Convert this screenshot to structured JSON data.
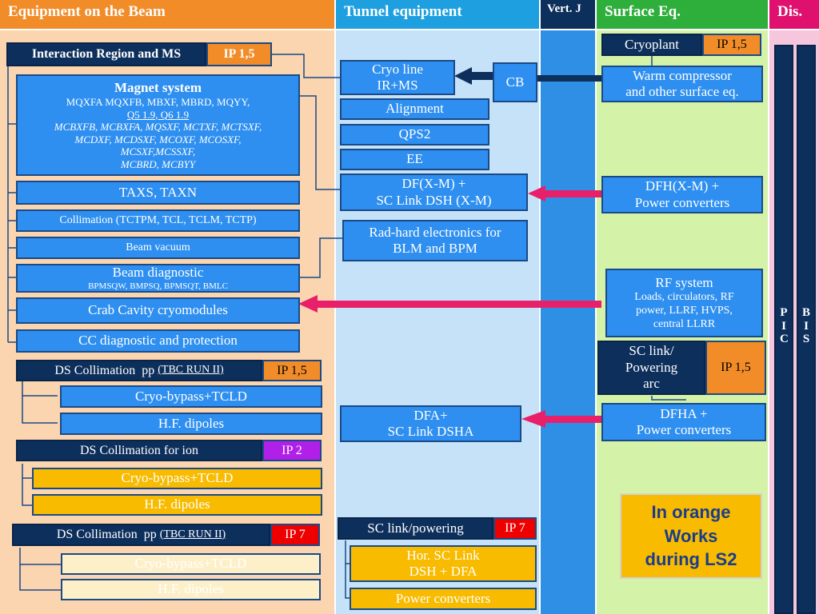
{
  "headers": {
    "beam": "Equipment on the Beam",
    "tunnel": "Tunnel equipment",
    "vert": "Vert. J",
    "surface": "Surface Eq.",
    "dis": "Dis."
  },
  "beam_section": {
    "ir_title": "Interaction Region and MS",
    "ir_tag": "IP 1,5",
    "magnet_title": "Magnet system",
    "magnet_line1": "MQXFA MQXFB, MBXF, MBRD, MQYY,",
    "magnet_line2": "Q5 1.9, Q6 1.9",
    "magnet_line3": "MCBXFB, MCBXFA, MQSXF, MCTXF, MCTSXF,",
    "magnet_line4": "MCDXF, MCDSXF, MCOXF, MCOSXF,",
    "magnet_line5": "MCSXF,MCSSXF,",
    "magnet_line6": "MCBRD, MCBYY",
    "taxs": "TAXS, TAXN",
    "collimation": "Collimation (TCTPM, TCL, TCLM, TCTP)",
    "vacuum": "Beam vacuum",
    "diag_title": "Beam diagnostic",
    "diag_sub": "BPMSQW, BMPSQ, BPMSQT, BMLC",
    "crab": "Crab Cavity cryomodules",
    "cc_diag": "CC diagnostic and protection",
    "ds1_title": "DS Collimation  pp ",
    "ds1_run": "(TBC RUN II)",
    "ds1_tag": "IP 1,5",
    "ds1_item1": "Cryo-bypass+TCLD",
    "ds1_item2": "H.F. dipoles",
    "ds2_title": "DS Collimation  for ion",
    "ds2_tag": "IP 2",
    "ds2_item1": "Cryo-bypass+TCLD",
    "ds2_item2": "H.F. dipoles",
    "ds3_title": "DS Collimation  pp ",
    "ds3_run": "(TBC RUN II)",
    "ds3_tag": "IP 7",
    "ds3_item1": "Cryo-bypass+TCLD",
    "ds3_item2": "H.F. dipoles"
  },
  "tunnel_section": {
    "cryoline1": "Cryo line",
    "cryoline2": "IR+MS",
    "cb": "CB",
    "alignment": "Alignment",
    "qps2": "QPS2",
    "ee": "EE",
    "df1": "DF(X-M) +",
    "df2": "SC Link DSH (X-M)",
    "rad1": "Rad-hard electronics for",
    "rad2": "BLM and BPM",
    "dfa1": "DFA+",
    "dfa2": "SC Link DSHA",
    "sclink_title": "SC link/powering",
    "sclink_tag": "IP 7",
    "hor1": "Hor. SC Link",
    "hor2": "DSH + DFA",
    "powerconv": "Power converters"
  },
  "surface_section": {
    "cryoplant": "Cryoplant",
    "cryoplant_tag": "IP 1,5",
    "warm1": "Warm compressor",
    "warm2": "and other surface eq.",
    "dfh1": "DFH(X-M) +",
    "dfh2": "Power converters",
    "rf_title": "RF system",
    "rf1": "Loads, circulators, RF",
    "rf2": "power, LLRF, HVPS,",
    "rf3": "central LLRR",
    "sc1": "SC link/",
    "sc2": "Powering",
    "sc3": "arc",
    "sc_tag": "IP 1,5",
    "dfha1": "DFHA +",
    "dfha2": "Power converters",
    "note1": "In orange",
    "note2": "Works",
    "note3": "during LS2"
  },
  "dis_section": {
    "pic": "P I C",
    "bis": "B I S"
  },
  "colors": {
    "orange_col": "#fbd5b0",
    "tunnel_col": "#c6e2f8",
    "vert_col": "#2f8fe5",
    "surface_col": "#d4f2a8",
    "dis_col": "#f6c6dc",
    "box_blue": "#2e8ff0",
    "box_dark": "#0d2f5c",
    "tag_orange": "#f28c28",
    "tag_purple": "#b020e8",
    "tag_red": "#ee0000",
    "arrow_pink": "#e8206a",
    "works_orange": "#f8bb00"
  }
}
